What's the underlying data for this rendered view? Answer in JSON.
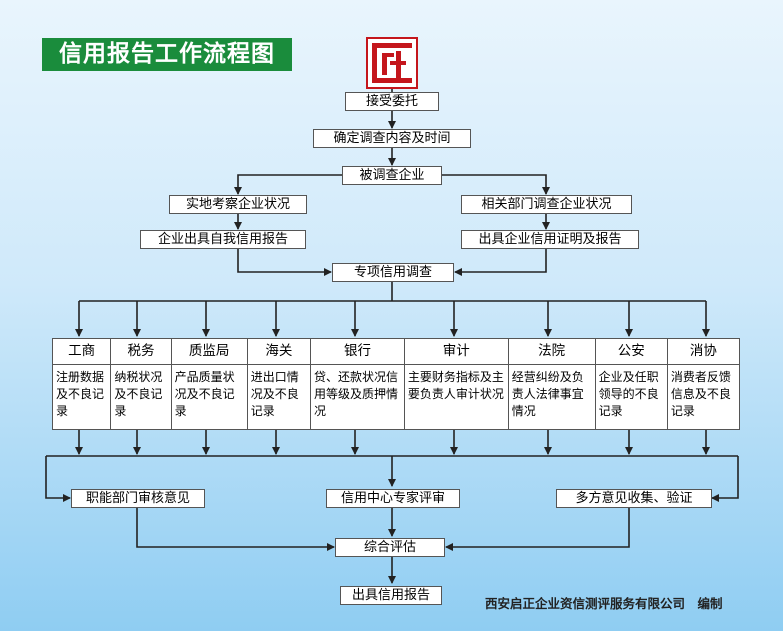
{
  "title": "信用报告工作流程图",
  "logo": {
    "icon": "seal-logo",
    "color": "#c4161c"
  },
  "steps": {
    "accept": "接受委托",
    "confirm": "确定调查内容及时间",
    "investigated": "被调查企业",
    "site_survey": "实地考察企业状况",
    "dept_survey": "相关部门调查企业状况",
    "self_report": "企业出具自我信用报告",
    "cert_report": "出具企业信用证明及报告",
    "special": "专项信用调查",
    "dept_review": "职能部门审核意见",
    "expert_review": "信用中心专家评审",
    "collect": "多方意见收集、验证",
    "overall": "综合评估",
    "issue": "出具信用报告"
  },
  "agencies": [
    {
      "name": "工商",
      "detail": "注册数据及不良记录"
    },
    {
      "name": "税务",
      "detail": "纳税状况及不良记录"
    },
    {
      "name": "质监局",
      "detail": "产品质量状况及不良记录"
    },
    {
      "name": "海关",
      "detail": "进出口情况及不良记录"
    },
    {
      "name": "银行",
      "detail": "贷、还款状况信用等级及质押情况"
    },
    {
      "name": "审计",
      "detail": "主要财务指标及主要负责人审计状况"
    },
    {
      "name": "法院",
      "detail": "经营纠纷及负责人法律事宜情况"
    },
    {
      "name": "公安",
      "detail": "企业及任职领导的不良记录"
    },
    {
      "name": "消协",
      "detail": "消费者反馈信息及不良记录"
    }
  ],
  "footer": "西安启正企业资信测评服务有限公司　编制",
  "colors": {
    "title_bg": "#1a8c3c",
    "line": "#222222"
  }
}
